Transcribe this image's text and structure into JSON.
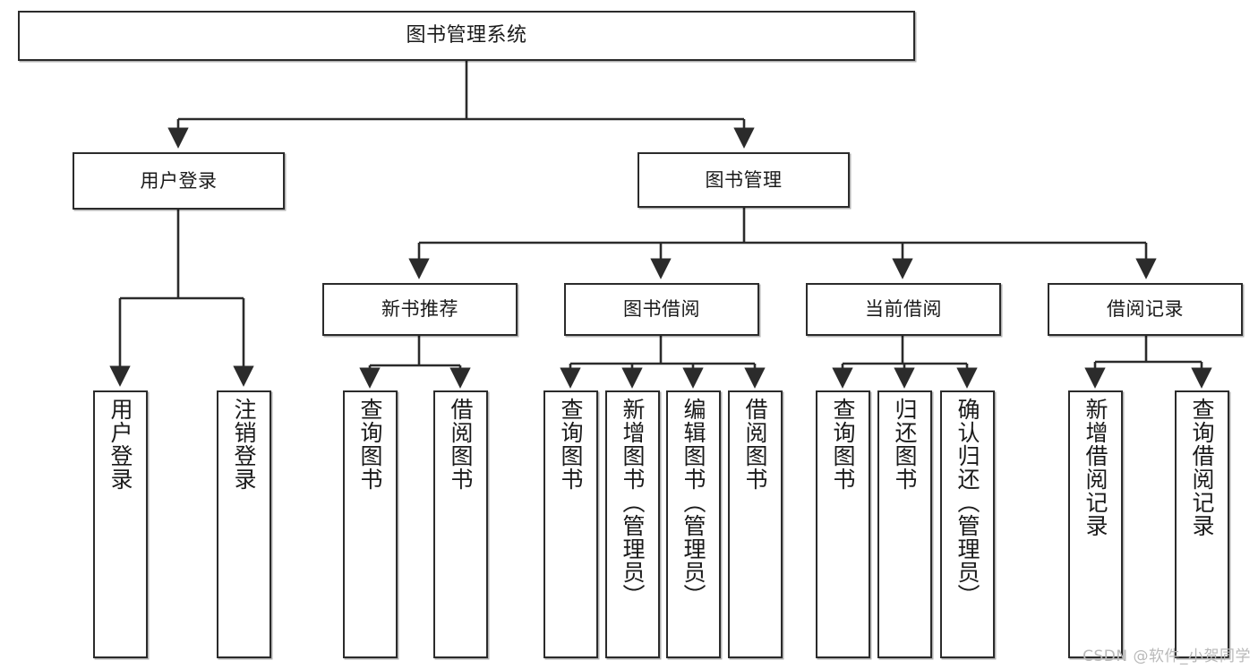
{
  "diagram": {
    "title": "图书管理系统",
    "type": "tree-hierarchy-chart",
    "background_color": "#ffffff",
    "node_border_color": "#2b2b2b",
    "node_fill_color": "#ffffff",
    "edge_color": "#2b2b2b",
    "nodes": {
      "root": {
        "label": "图书管理系统"
      },
      "level1": [
        {
          "label": "用户登录"
        },
        {
          "label": "图书管理"
        }
      ],
      "level2": [
        {
          "label": "新书推荐"
        },
        {
          "label": "图书借阅"
        },
        {
          "label": "当前借阅"
        },
        {
          "label": "借阅记录"
        }
      ],
      "leaves": {
        "user_login": [
          {
            "label": "用户登录"
          },
          {
            "label": "注销登录"
          }
        ],
        "new_book_recommend": [
          {
            "label": "查询图书"
          },
          {
            "label": "借阅图书"
          }
        ],
        "book_borrow": [
          {
            "label": "查询图书"
          },
          {
            "label": "新增图书（管理员）"
          },
          {
            "label": "编辑图书（管理员）"
          },
          {
            "label": "借阅图书"
          }
        ],
        "current_borrow": [
          {
            "label": "查询图书"
          },
          {
            "label": "归还图书"
          },
          {
            "label": "确认归还（管理员）"
          }
        ],
        "borrow_record": [
          {
            "label": "新增借阅记录"
          },
          {
            "label": "查询借阅记录"
          }
        ]
      }
    },
    "watermark": {
      "text": "CSDN @软件_小贺同学",
      "color": "#b9b9b9"
    }
  }
}
